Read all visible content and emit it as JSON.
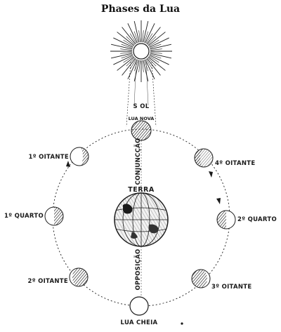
{
  "title": "Phases da Lua",
  "labels": {
    "sol": "S OL",
    "terra": "TERRA",
    "lua_nova": "LUA NOVA",
    "lua_cheia": "LUA CHEIA",
    "conjuncao": "CONJUNCÇÃO",
    "opposicao": "OPPOSIÇÃO",
    "primeiro_oitante": "1º OITANTE",
    "primeiro_quarto": "1º QUARTO",
    "segundo_oitante": "2º OITANTE",
    "segundo_quarto": "2º QUARTO",
    "terceiro_oitante": "3º OITANTE",
    "quarto_oitante": "4º OITANTE"
  },
  "colors": {
    "ink": "#1a1a1a",
    "paper": "#ffffff"
  }
}
